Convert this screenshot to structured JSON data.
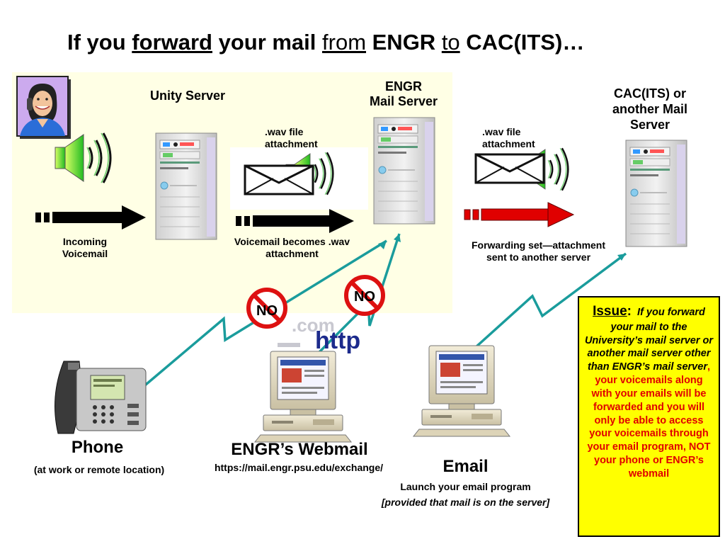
{
  "title": {
    "part1": "If you ",
    "forward": "forward",
    "part2": " your mail ",
    "from": "from",
    "engr": " ENGR ",
    "to": "to",
    "cac": " CAC(ITS)…"
  },
  "servers": {
    "unity": "Unity Server",
    "engr_line1": "ENGR",
    "engr_line2": "Mail Server",
    "cac_line1": "CAC(ITS) or",
    "cac_line2": "another Mail",
    "cac_line3": "Server"
  },
  "flow": {
    "incoming_line1": "Incoming",
    "incoming_line2": "Voicemail",
    "wav1_line1": ".wav file",
    "wav1_line2": "attachment",
    "becomes_line1": "Voicemail becomes .wav",
    "becomes_line2": "attachment",
    "wav2_line1": ".wav file",
    "wav2_line2": "attachment",
    "forwarding_line1": "Forwarding set—attachment",
    "forwarding_line2": "sent to another server"
  },
  "badges": {
    "no1": "NO",
    "no2": "NO"
  },
  "decor": {
    "com": ".com",
    "http": "http"
  },
  "devices": {
    "phone_title": "Phone",
    "phone_sub": "(at work or remote location)",
    "webmail_title": "ENGR’s Webmail",
    "webmail_url": "https://mail.engr.psu.edu/exchange/",
    "email_title": "Email",
    "email_sub1": "Launch your email program",
    "email_sub2": "[provided that mail is on the server]"
  },
  "issue": {
    "head": "Issue",
    "colon": ":",
    "black_text": "If you forward your mail to the University’s mail server or another mail server other than ENGR’s mail server",
    "red_text": ", your voicemails along with your emails will be forwarded and you will only be able to access your voicemails through your email program, NOT your phone or ENGR’s webmail"
  },
  "colors": {
    "panel_bg": "#ffffe5",
    "teal_link": "#1a9c9c",
    "green_speaker": "#33cc33",
    "red_arrow": "#e00000",
    "no_red": "#dd1111",
    "issue_bg": "#ffff00"
  },
  "icons": [
    "person-on-phone-icon",
    "speaker-icon",
    "server-tower-icon",
    "envelope-icon",
    "arrow-right-icon",
    "no-sign-icon",
    "desk-phone-icon",
    "desktop-computer-icon"
  ]
}
